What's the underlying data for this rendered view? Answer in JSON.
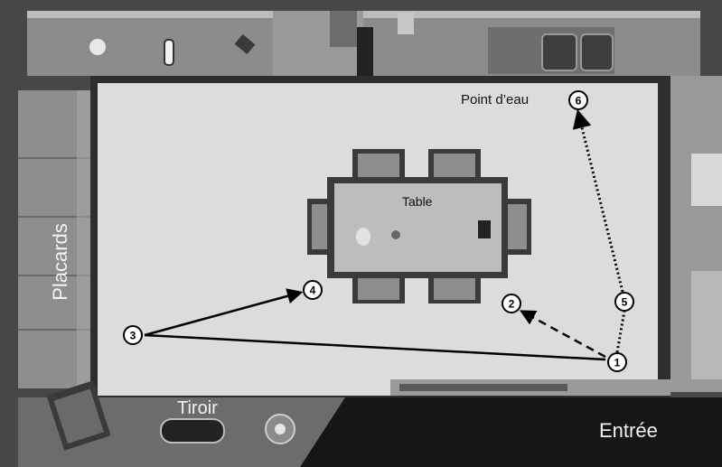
{
  "labels": {
    "point_eau": "Point d’eau",
    "table": "Table",
    "placards": "Placards",
    "tiroir": "Tiroir",
    "entree": "Entrée"
  },
  "waypoints": [
    {
      "id": "1",
      "label": "1"
    },
    {
      "id": "2",
      "label": "2"
    },
    {
      "id": "3",
      "label": "3"
    },
    {
      "id": "4",
      "label": "4"
    },
    {
      "id": "5",
      "label": "5"
    },
    {
      "id": "6",
      "label": "6"
    }
  ],
  "paths": [
    {
      "from": "1",
      "to": "3",
      "style": "solid"
    },
    {
      "from": "3",
      "to": "4",
      "style": "solid-arrow"
    },
    {
      "from": "1",
      "to": "2",
      "style": "dashed-arrow"
    },
    {
      "from": "1",
      "to": "6",
      "style": "dotted-arrow",
      "via": "5"
    }
  ],
  "colors": {
    "floor": "#dcdcdc",
    "walls": "#505050",
    "counter": "#8a8a8a",
    "table": "#bdbdbd",
    "path": "#000000"
  }
}
